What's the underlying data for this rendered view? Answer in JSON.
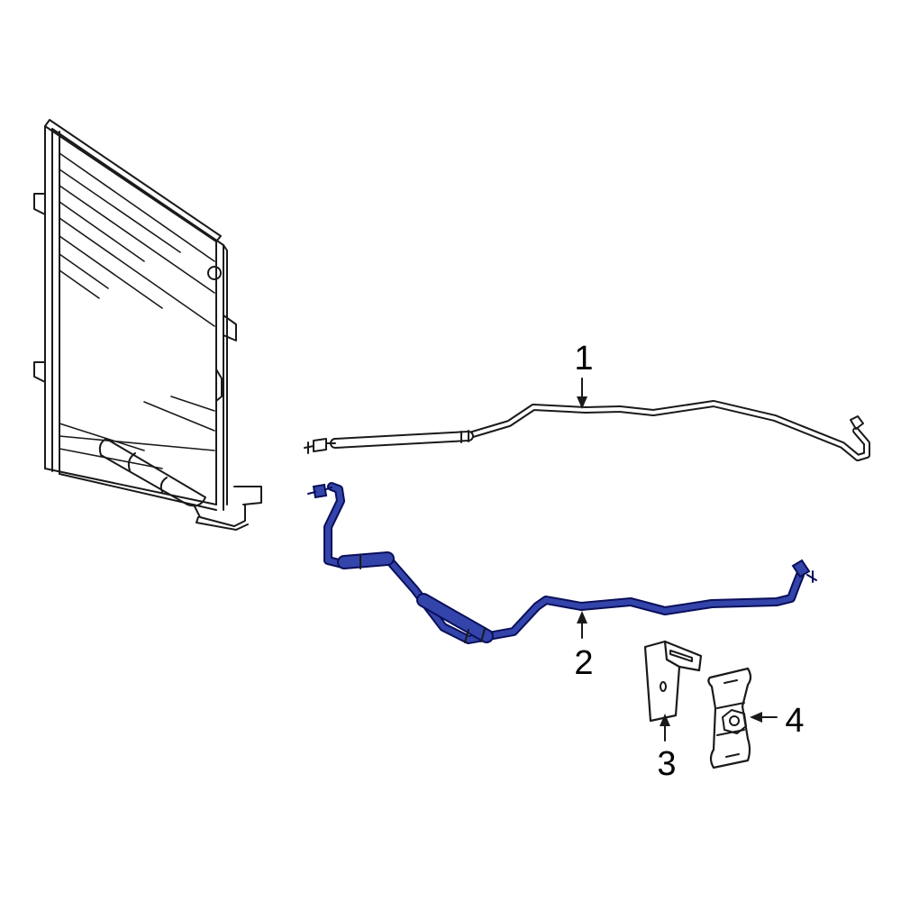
{
  "callouts": {
    "line_1": "1",
    "line_2": "2",
    "bracket_3": "3",
    "clip_4": "4"
  },
  "colors": {
    "highlight_part": "#3344aa",
    "highlight_outline": "#0a0f5a",
    "outline": "#1a1a1a",
    "background": "#ffffff"
  }
}
